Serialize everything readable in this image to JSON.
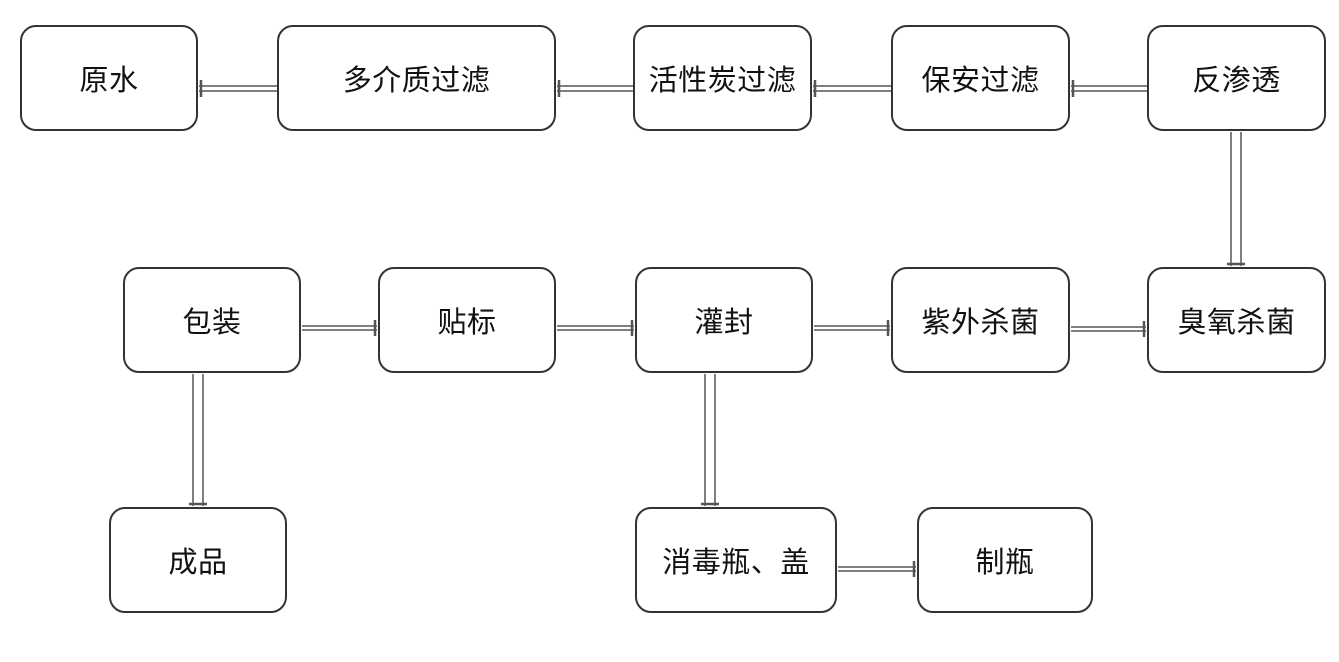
{
  "diagram": {
    "nodes": {
      "raw_water": "原水",
      "multimedia_filter": "多介质过滤",
      "carbon_filter": "活性炭过滤",
      "security_filter": "保安过滤",
      "reverse_osmosis": "反渗透",
      "ozone_sterilize": "臭氧杀菌",
      "uv_sterilize": "紫外杀菌",
      "filling_sealing": "灌封",
      "labeling": "贴标",
      "packaging": "包装",
      "finished_product": "成品",
      "disinfect_bottle_cap": "消毒瓶、盖",
      "bottle_making": "制瓶"
    },
    "edges": [
      {
        "from": "multimedia_filter",
        "to": "raw_water"
      },
      {
        "from": "carbon_filter",
        "to": "multimedia_filter"
      },
      {
        "from": "security_filter",
        "to": "carbon_filter"
      },
      {
        "from": "reverse_osmosis",
        "to": "security_filter"
      },
      {
        "from": "reverse_osmosis",
        "to": "ozone_sterilize"
      },
      {
        "from": "uv_sterilize",
        "to": "ozone_sterilize"
      },
      {
        "from": "filling_sealing",
        "to": "uv_sterilize"
      },
      {
        "from": "labeling",
        "to": "filling_sealing"
      },
      {
        "from": "packaging",
        "to": "labeling"
      },
      {
        "from": "packaging",
        "to": "finished_product"
      },
      {
        "from": "filling_sealing",
        "to": "disinfect_bottle_cap"
      },
      {
        "from": "disinfect_bottle_cap",
        "to": "bottle_making"
      }
    ],
    "colors": {
      "border": "#333333",
      "connector": "#555555",
      "text": "#111111"
    }
  }
}
